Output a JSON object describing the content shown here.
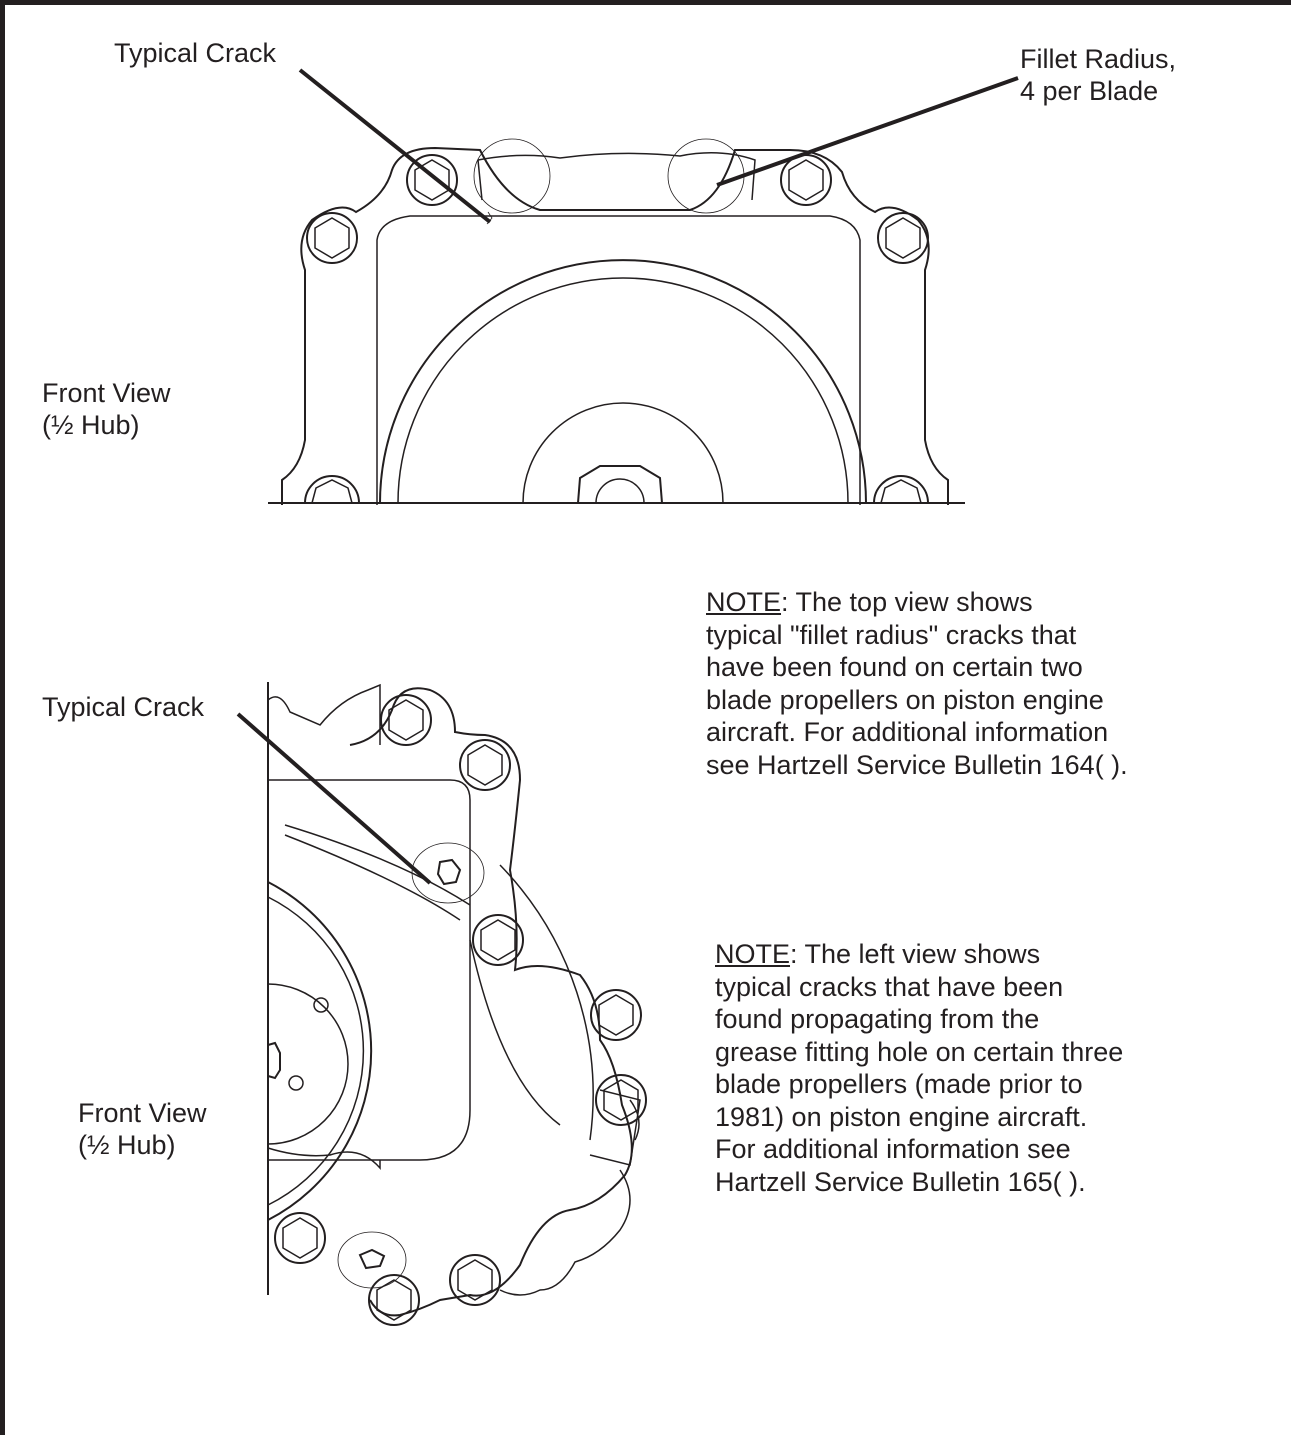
{
  "labels": {
    "top_crack": "Typical Crack",
    "fillet_radius_1": "Fillet Radius,",
    "fillet_radius_2": "4 per Blade",
    "top_view_1": "Front View",
    "top_view_2": "(½ Hub)",
    "left_crack": "Typical Crack",
    "left_view_1": "Front View",
    "left_view_2": "(½ Hub)"
  },
  "note1": {
    "keyword": "NOTE",
    "lines": [
      ":  The top view shows",
      "typical \"fillet radius\" cracks that",
      "have been found on certain two",
      "blade propellers on piston engine",
      "aircraft. For additional information",
      "see Hartzell Service Bulletin 164( )."
    ]
  },
  "note2": {
    "keyword": "NOTE",
    "lines": [
      ":  The left view shows",
      "typical cracks that have been",
      "found propagating from the",
      "grease fitting hole on certain three",
      "blade propellers (made prior to",
      "1981) on piston engine aircraft.",
      "For additional information see",
      "Hartzell Service Bulletin 165( )."
    ]
  }
}
